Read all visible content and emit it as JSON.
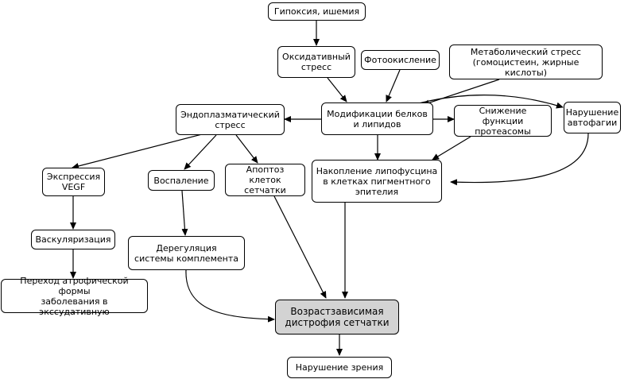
{
  "diagram": {
    "nodes": [
      {
        "id": "hypoxia",
        "label": "Гипоксия, ишемия"
      },
      {
        "id": "oxidative",
        "label": "Оксидативный\nстресс"
      },
      {
        "id": "photo",
        "label": "Фотоокисление"
      },
      {
        "id": "metabolic",
        "label": "Метаболический стресс\n(гомоцистеин, жирные кислоты)"
      },
      {
        "id": "er",
        "label": "Эндоплазматический\nстресс"
      },
      {
        "id": "modif",
        "label": "Модификации белков\nи липидов"
      },
      {
        "id": "proteasome",
        "label": "Снижение функции\nпротеасомы"
      },
      {
        "id": "autophagy",
        "label": "Нарушение\nавтофагии"
      },
      {
        "id": "vegf",
        "label": "Экспрессия\nVEGF"
      },
      {
        "id": "inflam",
        "label": "Воспаление"
      },
      {
        "id": "apoptosis",
        "label": "Апоптоз клеток\nсетчатки"
      },
      {
        "id": "lipofuscin",
        "label": "Накопление липофусцина\nв клетках пигментного\nэпителия"
      },
      {
        "id": "vasc",
        "label": "Васкуляризация"
      },
      {
        "id": "complement",
        "label": "Дерегуляция\nсистемы комплемента"
      },
      {
        "id": "transition",
        "label": "Переход атрофической формы\nзаболевания в экссудативную"
      },
      {
        "id": "amd",
        "label": "Возрастзависимая\nдистрофия сетчатки",
        "highlight": true
      },
      {
        "id": "vision",
        "label": "Нарушение зрения"
      }
    ],
    "edges": [
      {
        "from": "hypoxia",
        "to": "oxidative"
      },
      {
        "from": "oxidative",
        "to": "modif"
      },
      {
        "from": "photo",
        "to": "modif"
      },
      {
        "from": "metabolic",
        "to": "modif"
      },
      {
        "from": "modif",
        "to": "er"
      },
      {
        "from": "modif",
        "to": "proteasome"
      },
      {
        "from": "modif",
        "to": "autophagy"
      },
      {
        "from": "modif",
        "to": "lipofuscin"
      },
      {
        "from": "proteasome",
        "to": "lipofuscin"
      },
      {
        "from": "autophagy",
        "to": "lipofuscin"
      },
      {
        "from": "er",
        "to": "vegf"
      },
      {
        "from": "er",
        "to": "inflam"
      },
      {
        "from": "er",
        "to": "apoptosis"
      },
      {
        "from": "vegf",
        "to": "vasc"
      },
      {
        "from": "vasc",
        "to": "transition"
      },
      {
        "from": "inflam",
        "to": "complement"
      },
      {
        "from": "complement",
        "to": "amd"
      },
      {
        "from": "apoptosis",
        "to": "amd"
      },
      {
        "from": "lipofuscin",
        "to": "amd"
      },
      {
        "from": "amd",
        "to": "vision"
      }
    ]
  }
}
